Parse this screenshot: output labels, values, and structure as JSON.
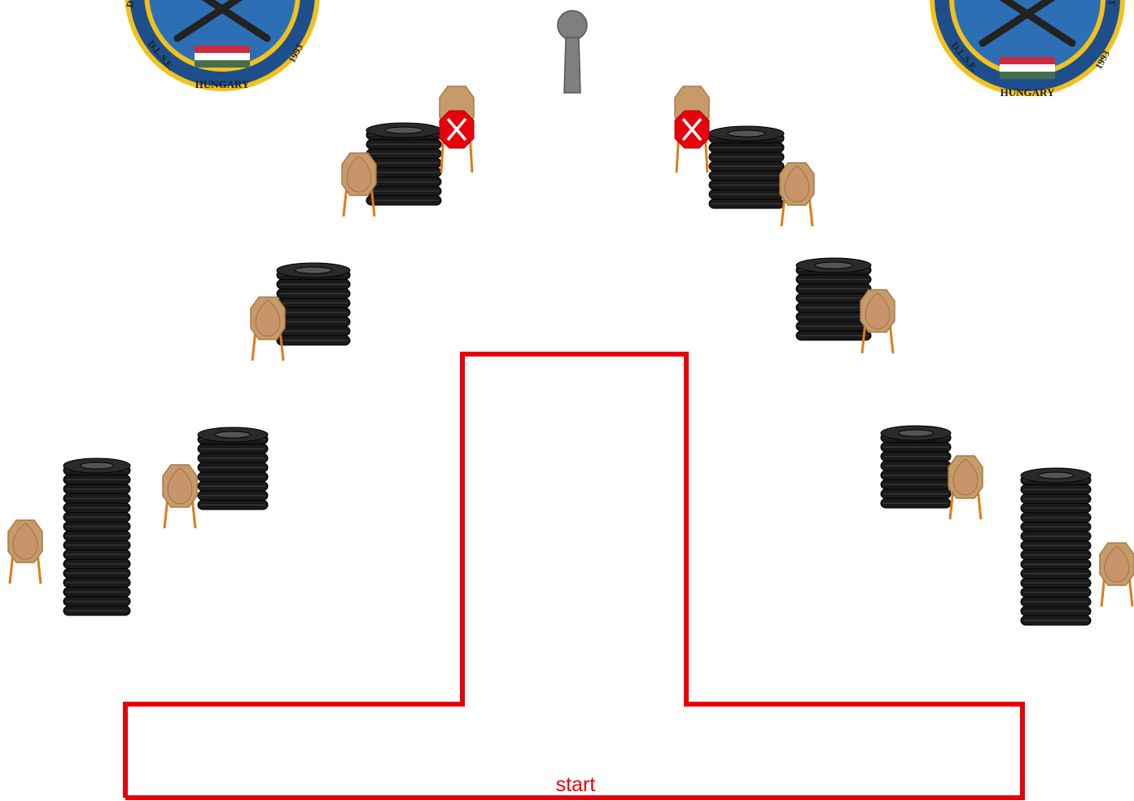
{
  "stage_label": "start",
  "badge": {
    "bottom_text": "HUNGARY",
    "left_text": "D.L.S.E.",
    "right_text": "1993",
    "top_text": "DU",
    "top_text_right": "ET"
  },
  "colors": {
    "start_box": "#e8000b",
    "tire": "#1a1a1a",
    "tire_band": "#3a3a3a",
    "target": "#c79a6a",
    "target_leg": "#e07b18",
    "no_shoot": "#e8000b",
    "popper": "#7f7f7f",
    "badge_blue": "#2d6fb5",
    "badge_gold": "#f1c21b",
    "badge_ring": "#1f4e8c"
  },
  "items": {
    "tire_stacks": [
      {
        "id": "tires-upper-left",
        "rows": 8
      },
      {
        "id": "tires-upper-right",
        "rows": 8
      },
      {
        "id": "tires-mid-left",
        "rows": 8
      },
      {
        "id": "tires-mid-right",
        "rows": 8
      },
      {
        "id": "tires-lower-left-inner",
        "rows": 8
      },
      {
        "id": "tires-lower-right-inner",
        "rows": 8
      },
      {
        "id": "tires-far-left",
        "rows": 16
      },
      {
        "id": "tires-far-right",
        "rows": 16
      }
    ],
    "targets": 10,
    "no_shoot_targets": 2,
    "popper_count": 1
  }
}
